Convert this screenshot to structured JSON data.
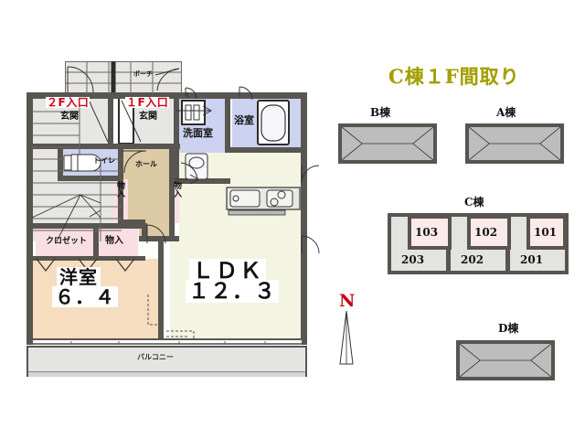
{
  "title": "C棟１F間取り",
  "floorplan": {
    "rooms": [
      {
        "key": "entrance_2f",
        "label": "玄関",
        "badge": "２F入口"
      },
      {
        "key": "entrance_1f",
        "label": "玄関",
        "badge": "１F入口"
      },
      {
        "key": "porch",
        "label": "ポーチ"
      },
      {
        "key": "toilet",
        "label": "トイレ"
      },
      {
        "key": "hall",
        "label": "ホール"
      },
      {
        "key": "storage_hall_left",
        "label": "物入"
      },
      {
        "key": "storage_hall_right",
        "label": "物入"
      },
      {
        "key": "washroom",
        "label": "洗面室"
      },
      {
        "key": "bathroom",
        "label": "浴室"
      },
      {
        "key": "closet",
        "label": "クロゼット"
      },
      {
        "key": "storage",
        "label": "物入"
      },
      {
        "key": "western_room_name",
        "label": "洋室"
      },
      {
        "key": "western_room_size",
        "label": "６．４"
      },
      {
        "key": "ldk_name",
        "label": "ＬＤＫ"
      },
      {
        "key": "ldk_size",
        "label": "１２．３"
      },
      {
        "key": "balcony",
        "label": "バルコニー"
      }
    ],
    "badges": {
      "entrance_2f": "２F入口",
      "entrance_1f": "１F入口"
    },
    "colors": {
      "wall": "#595550",
      "entrance_badge": "#d0001a",
      "title": "#a3a000",
      "north": "#c00018",
      "ldk_fill": "#f3f5e2",
      "room_fill": "#f7ddbf",
      "water_fill": "#ccd2ef",
      "closet_fill": "#f9dfe4",
      "hall_fill": "#ddcba6",
      "balcony_fill": "#e4e4e2"
    }
  },
  "site": {
    "buildings": [
      {
        "key": "b",
        "label": "B棟"
      },
      {
        "key": "a",
        "label": "A棟"
      },
      {
        "key": "c",
        "label": "C棟"
      },
      {
        "key": "d",
        "label": "D棟"
      }
    ],
    "c_units": {
      "upper": [
        "103",
        "102",
        "101"
      ],
      "lower": [
        "203",
        "202",
        "201"
      ]
    }
  },
  "compass": {
    "label": "N"
  }
}
